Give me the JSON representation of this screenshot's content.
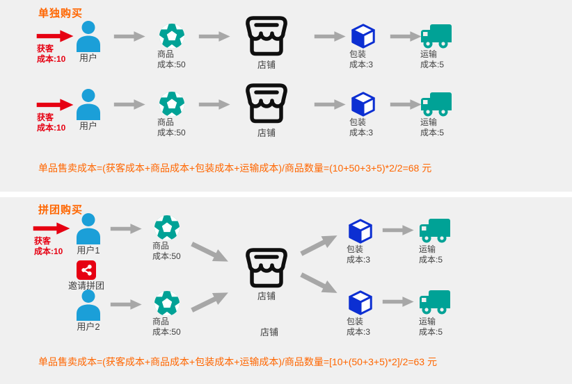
{
  "colors": {
    "background": "#f0f0f0",
    "divider": "#ffffff",
    "title_orange": "#ff6600",
    "formula_orange": "#ff6600",
    "acquisition_red": "#e60012",
    "user_blue": "#1b9fd8",
    "product_teal": "#00a296",
    "package_blue": "#0c2fd2",
    "store_black": "#0f0f0f",
    "arrow_gray": "#a7a7a7",
    "label_dark": "#3f3f3f"
  },
  "icons": {
    "red_arrow": "red-arrow-icon",
    "gray_arrow": "gray-arrow-icon",
    "user": "user-icon",
    "product": "soccer-ball-icon",
    "store": "storefront-icon",
    "package": "package-cube-icon",
    "shipping": "truck-icon",
    "invite": "share-icon"
  },
  "section1": {
    "title": "单独购买",
    "row1": {
      "acq": "获客\n成本:10",
      "user": "用户",
      "product": "商品\n成本:50",
      "store": "店铺",
      "pack": "包装\n成本:3",
      "ship": "运输\n成本:5"
    },
    "row2": {
      "acq": "获客\n成本:10",
      "user": "用户",
      "product": "商品\n成本:50",
      "store": "店铺",
      "pack": "包装\n成本:3",
      "ship": "运输\n成本:5"
    },
    "formula": "单品售卖成本=(获客成本+商品成本+包装成本+运输成本)/商品数量=(10+50+3+5)*2/2=68 元"
  },
  "section2": {
    "title": "拼团购买",
    "acq": "获客\n成本:10",
    "user1": "用户1",
    "user2": "用户2",
    "invite": "邀请拼团",
    "product1": "商品\n成本:50",
    "product2": "商品\n成本:50",
    "store": "店铺",
    "store_caption": "店铺",
    "pack1": "包装\n成本:3",
    "pack2": "包装\n成本:3",
    "ship1": "运输\n成本:5",
    "ship2": "运输\n成本:5",
    "formula": "单品售卖成本=(获客成本+商品成本+包装成本+运输成本)/商品数量=[10+(50+3+5)*2]/2=63 元"
  }
}
